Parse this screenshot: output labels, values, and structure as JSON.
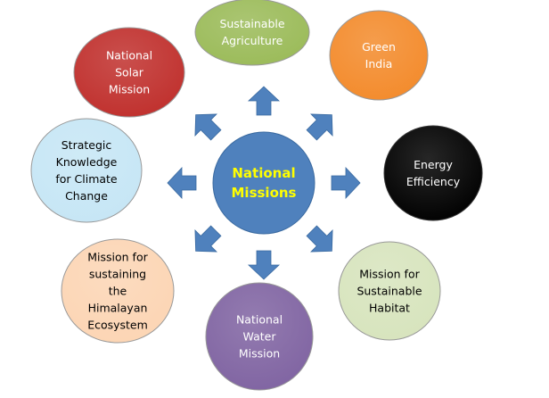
{
  "center": {
    "lines": [
      "National",
      "Missions"
    ],
    "fill": "#4f81bd",
    "text_color": "#ffff00"
  },
  "missions": [
    {
      "id": "sustainable-agriculture",
      "lines": [
        "Sustainable",
        "Agriculture"
      ],
      "fill": "#9bbb59",
      "text_color": "#ffffff"
    },
    {
      "id": "green-india",
      "lines": [
        "Green",
        "India"
      ],
      "fill": "#f38b2c",
      "text_color": "#ffffff"
    },
    {
      "id": "energy-efficiency",
      "lines": [
        "Energy",
        "Efficiency"
      ],
      "fill": "#000000",
      "text_color": "#ffffff"
    },
    {
      "id": "sustainable-habitat",
      "lines": [
        "Mission for",
        "Sustainable",
        "Habitat"
      ],
      "fill": "#d7e4bd",
      "text_color": "#000000"
    },
    {
      "id": "water-mission",
      "lines": [
        "National",
        "Water",
        "Mission"
      ],
      "fill": "#8064a2",
      "text_color": "#ffffff"
    },
    {
      "id": "himalayan-ecosystem",
      "lines": [
        "Mission for",
        "sustaining",
        "the",
        "Himalayan",
        "Ecosystem"
      ],
      "fill": "#fcd5b4",
      "text_color": "#000000"
    },
    {
      "id": "strategic-knowledge",
      "lines": [
        "Strategic",
        "Knowledge",
        "for Climate",
        "Change"
      ],
      "fill": "#c6e6f5",
      "text_color": "#000000"
    },
    {
      "id": "solar-mission",
      "lines": [
        "National",
        "Solar",
        "Mission"
      ],
      "fill": "#c0302d",
      "text_color": "#ffffff"
    }
  ],
  "arrow_color": "#4f81bd"
}
